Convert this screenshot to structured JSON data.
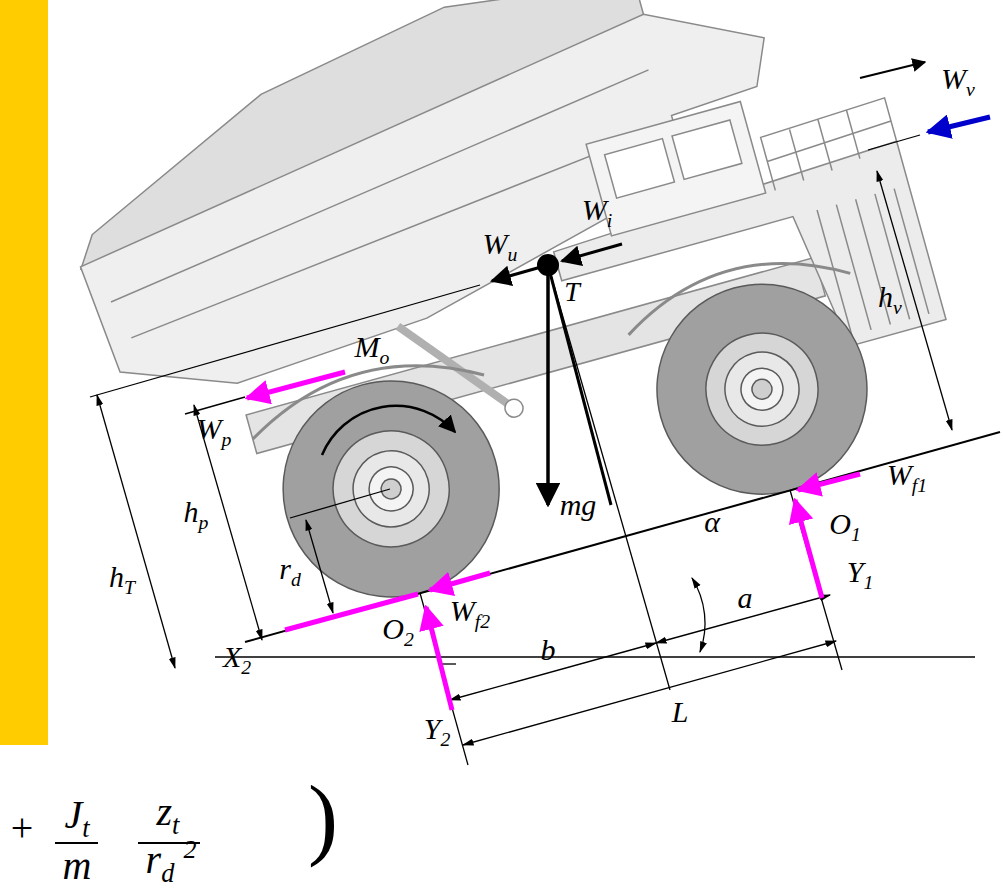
{
  "diagram": {
    "labels": [
      "Wv",
      "Wi",
      "Wu",
      "T",
      "hv",
      "Mo",
      "Wp",
      "hp",
      "mg",
      "hT",
      "rd",
      "Wf1",
      "O1",
      "α",
      "Y1",
      "Wf2",
      "a",
      "O2",
      "X2",
      "b",
      "Y2",
      "L",
      "+",
      "Jt",
      "m",
      "zt",
      "rd",
      "2",
      ")"
    ]
  }
}
